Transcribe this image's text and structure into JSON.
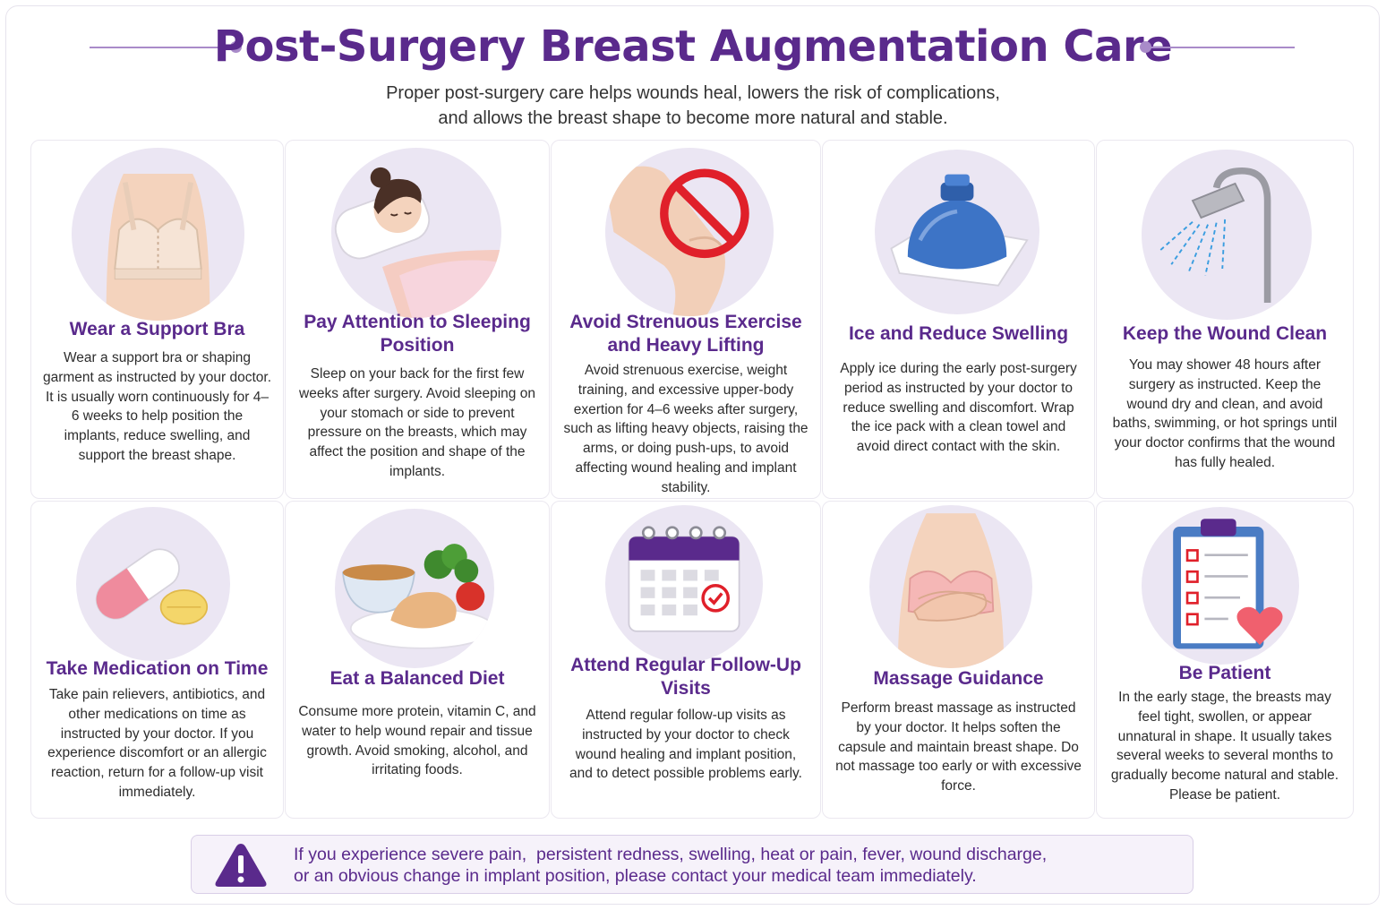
{
  "header": {
    "title": "Post-Surgery Breast Augmentation Care",
    "intro_line1": "Proper post-surgery care helps wounds heal, lowers the risk of complications,",
    "intro_line2": "and allows the breast shape to become more natural and stable."
  },
  "colors": {
    "accent_purple": "#5a2a8c",
    "light_purple": "#ebe6f3",
    "alert_red": "#e0202a",
    "ice_blue": "#3d74c6"
  },
  "cards": [
    {
      "icon": "support-bra-icon",
      "title": "Wear a Support Bra",
      "text": "Wear a support bra or shaping garment as instructed by your doctor. It is usually worn continuously for 4–6 weeks to help position the implants, reduce swelling, and support the breast shape."
    },
    {
      "icon": "sleeping-woman-icon",
      "title": "Pay Attention to Sleeping Position",
      "text": "Sleep on your back for the first few weeks after surgery. Avoid sleeping on your stomach or side to prevent pressure on the breasts, which may affect the position and shape of the implants."
    },
    {
      "icon": "no-lifting-icon",
      "title": "Avoid Strenuous Exercise and Heavy Lifting",
      "text": "Avoid strenuous exercise, weight training, and excessive upper-body exertion for 4–6 weeks after surgery, such as lifting heavy objects, raising the arms, or doing push-ups, to avoid affecting wound healing and implant stability."
    },
    {
      "icon": "ice-pack-icon",
      "title": "Ice and Reduce Swelling",
      "text": "Apply ice during the early post-surgery period as instructed by your doctor to reduce swelling and discomfort. Wrap the ice pack with a clean towel and avoid direct contact with the skin."
    },
    {
      "icon": "shower-icon",
      "title": "Keep the Wound Clean",
      "text": "You may shower 48 hours after surgery as instructed. Keep the wound dry and clean, and avoid baths, swimming, or hot springs until your doctor confirms that the wound has fully healed."
    },
    {
      "icon": "medication-pills-icon",
      "title": "Take Medication on Time",
      "text": "Take pain relievers, antibiotics, and other medications on time as instructed by your doctor. If you experience discomfort or an allergic reaction, return for a follow-up visit immediately."
    },
    {
      "icon": "balanced-diet-icon",
      "title": "Eat a Balanced Diet",
      "text": "Consume more protein, vitamin C, and water to help wound repair and tissue growth. Avoid smoking, alcohol, and irritating foods."
    },
    {
      "icon": "calendar-icon",
      "title": "Attend Regular Follow-Up Visits",
      "text": "Attend regular follow-up visits as instructed by your doctor to check wound healing and implant position, and to detect possible problems early."
    },
    {
      "icon": "massage-icon",
      "title": "Massage Guidance",
      "text": "Perform breast massage as instructed by your doctor. It helps soften the capsule and maintain breast shape. Do not massage too early or with excessive force."
    },
    {
      "icon": "clipboard-heart-icon",
      "title": "Be Patient",
      "text": "In the early stage, the breasts may feel tight, swollen, or appear unnatural in shape. It usually takes several weeks to several months to gradually become natural and stable. Please be patient."
    }
  ],
  "warning": {
    "icon": "warning-triangle-icon",
    "line1": "If you experience severe pain,  persistent redness, swelling, heat or pain, fever, wound discharge,",
    "line2": "or an obvious change in implant position, please contact your medical team immediately."
  }
}
